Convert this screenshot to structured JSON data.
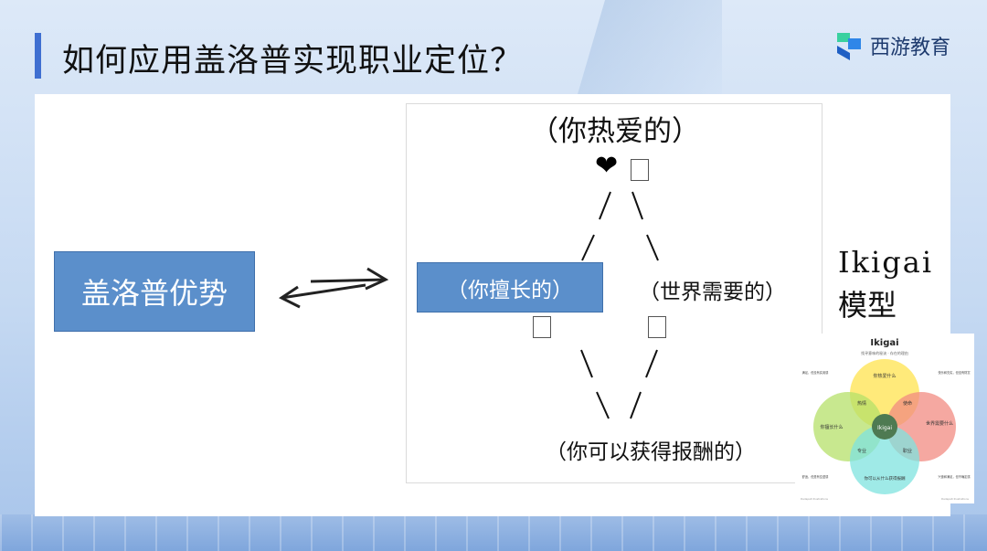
{
  "header": {
    "title": "如何应用盖洛普实现职业定位？"
  },
  "logo": {
    "text": "西游教育"
  },
  "left_box": {
    "label": "盖洛普优势"
  },
  "diagram": {
    "top": "（你热爱的）",
    "heart": "❤",
    "middle_left": "（你擅长的）",
    "middle_right": "（世界需要的）",
    "bottom": "（你可以获得报酬的）"
  },
  "ikigai": {
    "line1": "Ikigai",
    "line2": "模型",
    "venn": {
      "title": "Ikigai",
      "subtitle": "找寻意味的秘诀 · 存在的理由",
      "center": "Ikigai",
      "circle_top": "你热爱什么",
      "circle_left": "你擅长什么",
      "circle_right": "世界需要什么",
      "circle_bottom": "你可以从什么获得报酬",
      "overlap_tl": "热情",
      "overlap_tr": "使命",
      "overlap_bl": "专业",
      "overlap_br": "职业",
      "side_tl": "满足，但没有实用感",
      "side_tr": "快乐和充实，但没有财富",
      "side_bl": "舒适，但是有空虚感",
      "side_br": "兴奋和满足，但不确定感",
      "footer_left": "Dadapati Illustrations",
      "footer_right": "Dadapati Illustrations"
    }
  },
  "colors": {
    "accent": "#3f6fd1",
    "box_blue": "#5b8fcb",
    "venn_yellow": "#ffe34d",
    "venn_green": "#b6e06a",
    "venn_red": "#f28b82",
    "venn_cyan": "#7fe3df"
  }
}
